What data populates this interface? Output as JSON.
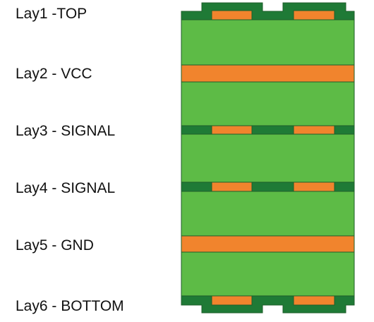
{
  "layers": [
    {
      "label": "Lay1 -TOP"
    },
    {
      "label": "Lay2 - VCC"
    },
    {
      "label": "Lay3 - SIGNAL"
    },
    {
      "label": "Lay4 - SIGNAL"
    },
    {
      "label": "Lay5 - GND"
    },
    {
      "label": "Lay6 - BOTTOM"
    }
  ],
  "colors": {
    "substrate": "#5DBB46",
    "copper": "#F1842D",
    "mask": "#1F7A36",
    "outline": "#1E5E2A"
  }
}
